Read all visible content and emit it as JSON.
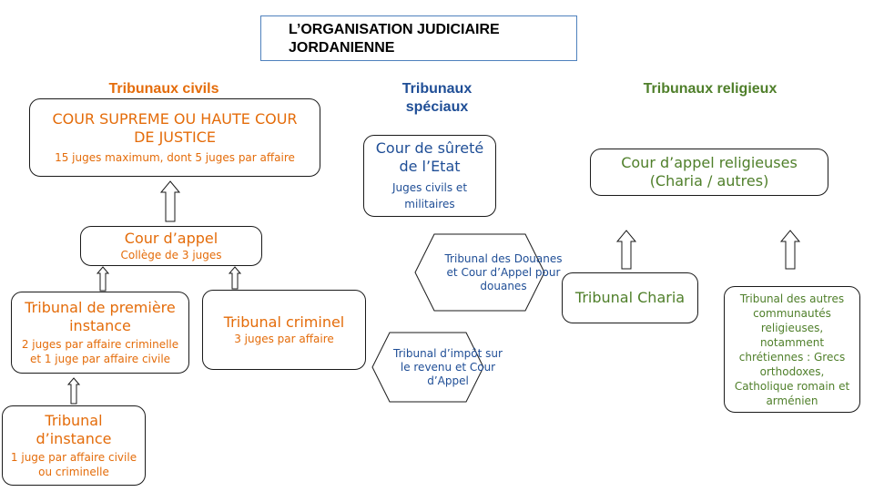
{
  "title": "L’ORGANISATION JUDICIAIRE JORDANIENNE",
  "headings": {
    "civil": "Tribunaux civils",
    "special": "Tribunaux spéciaux",
    "religious": "Tribunaux religieux"
  },
  "civil": {
    "supreme": {
      "name": "COUR SUPREME OU HAUTE COUR DE JUSTICE",
      "detail": "15 juges maximum, dont 5 juges par affaire"
    },
    "appeal": {
      "name": "Cour d’appel",
      "detail": "Collège de 3 juges"
    },
    "first_instance": {
      "name": "Tribunal de première instance",
      "detail": "2 juges par affaire criminelle et 1 juge par affaire civile"
    },
    "criminal": {
      "name": "Tribunal criminel",
      "detail": "3 juges par affaire"
    },
    "instance": {
      "name": "Tribunal d’instance",
      "detail": "1 juge par affaire civile ou criminelle"
    }
  },
  "special": {
    "state_security": {
      "name": "Cour de sûreté de l’Etat",
      "detail": "Juges civils et militaires"
    },
    "customs": "Tribunal des Douanes et Cour d’Appel pour douanes",
    "income_tax": "Tribunal d’impôt sur le revenu et Cour d’Appel"
  },
  "religious": {
    "appeal": "Cour d’appel religieuses (Charia / autres)",
    "charia": "Tribunal Charia",
    "other": "Tribunal des autres communautés religieuses, notamment chrétiennes : Grecs orthodoxes, Catholique romain et arménien"
  },
  "colors": {
    "civil": "#e46c0a",
    "special": "#1f4e96",
    "religious": "#4f7f2a",
    "title_border": "#4f81bd"
  }
}
